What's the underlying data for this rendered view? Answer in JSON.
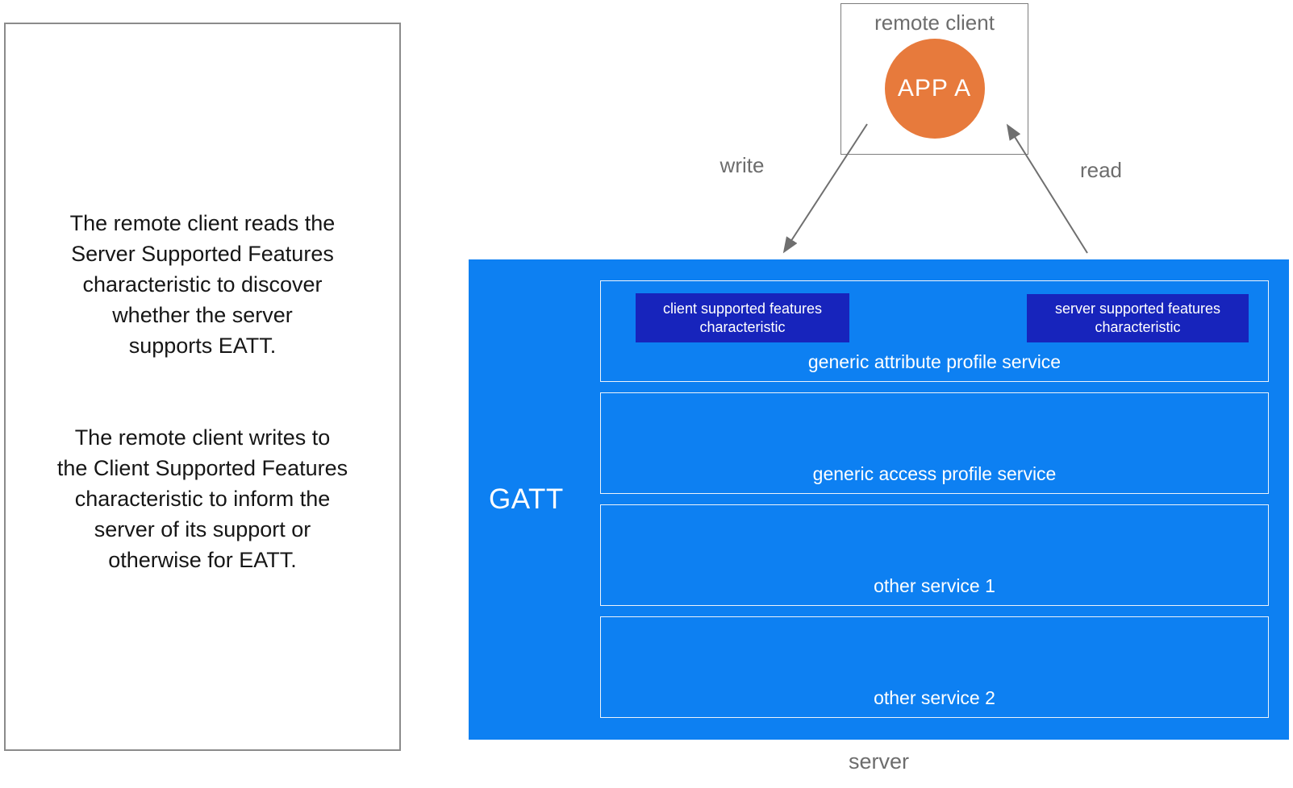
{
  "left_panel": {
    "paragraph1": "The remote client reads the\nServer Supported Features\ncharacteristic to discover\nwhether the server\nsupports EATT.",
    "paragraph2": "The remote client writes to\nthe Client Supported Features\ncharacteristic to inform the\nserver of its support or\notherwise for EATT."
  },
  "remote_client": {
    "box_label": "remote client",
    "app_label": "APP A"
  },
  "arrows": {
    "write_label": "write",
    "read_label": "read"
  },
  "gatt": {
    "label": "GATT",
    "services": [
      {
        "label": "generic attribute profile service",
        "characteristics": [
          "client supported features characteristic",
          "server supported features characteristic"
        ]
      },
      {
        "label": "generic access profile service"
      },
      {
        "label": "other service 1"
      },
      {
        "label": "other service 2"
      }
    ]
  },
  "server_caption": "server",
  "colors": {
    "primary_blue": "#0d80f2",
    "dark_blue": "#1724bc",
    "orange": "#e77a3c",
    "gray_text": "#6d6d6d",
    "arrow_gray": "#6f6f6f"
  }
}
